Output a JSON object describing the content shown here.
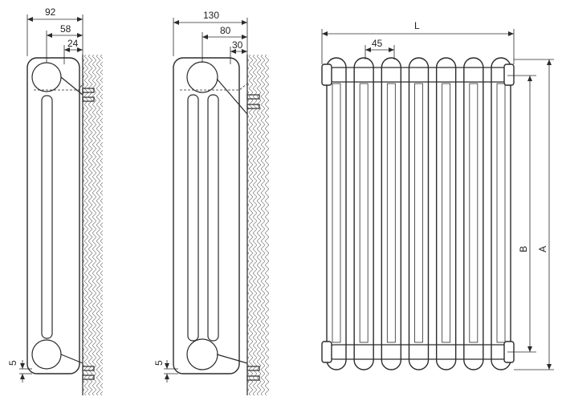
{
  "views": {
    "side_two_column": {
      "dims": {
        "overall_depth": "92",
        "center_offset": "58",
        "wall_gap": "24",
        "bottom_offset": "5"
      }
    },
    "side_three_column": {
      "dims": {
        "overall_depth": "130",
        "center_offset": "80",
        "wall_gap": "30",
        "bottom_offset": "5"
      }
    },
    "front": {
      "dims": {
        "length": "L",
        "section_pitch": "45",
        "center_height": "B",
        "total_height": "A"
      },
      "section_count": 7
    }
  },
  "colors": {
    "line": "#2b2b2b",
    "hatch": "#7a7a7a",
    "background": "#ffffff"
  }
}
